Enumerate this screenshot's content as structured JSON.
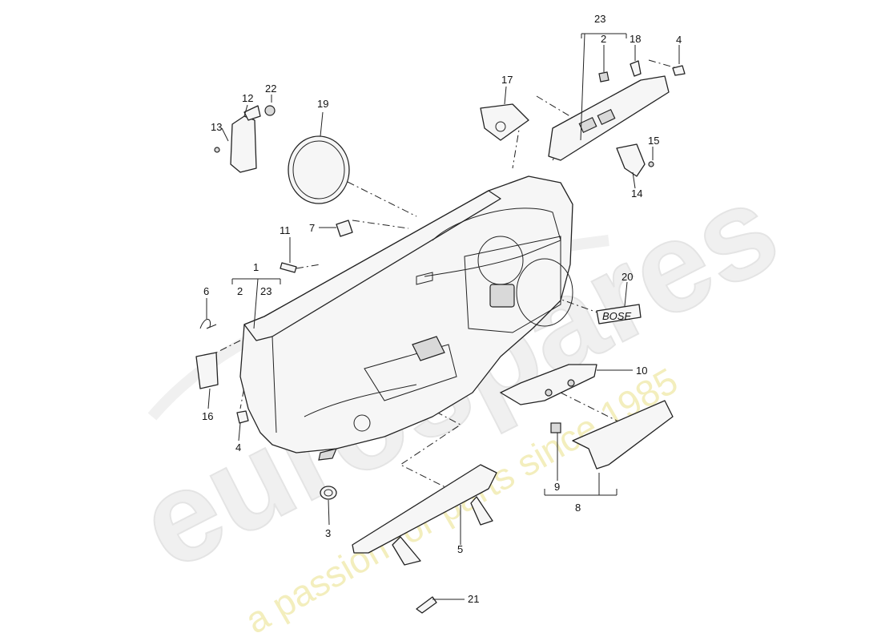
{
  "watermark": {
    "brand": "eurospares",
    "tagline": "a passion for parts since 1985"
  },
  "callouts": {
    "c1": "1",
    "c2a": "2",
    "c23a": "23",
    "c2b": "2",
    "c23b": "23",
    "c3": "3",
    "c4a": "4",
    "c4b": "4",
    "c5": "5",
    "c6": "6",
    "c7": "7",
    "c8": "8",
    "c9": "9",
    "c10": "10",
    "c11": "11",
    "c12": "12",
    "c13": "13",
    "c14": "14",
    "c15": "15",
    "c16": "16",
    "c17": "17",
    "c18": "18",
    "c19": "19",
    "c20": "20",
    "c21": "21",
    "c22": "22"
  },
  "bose_badge": "BOSE"
}
